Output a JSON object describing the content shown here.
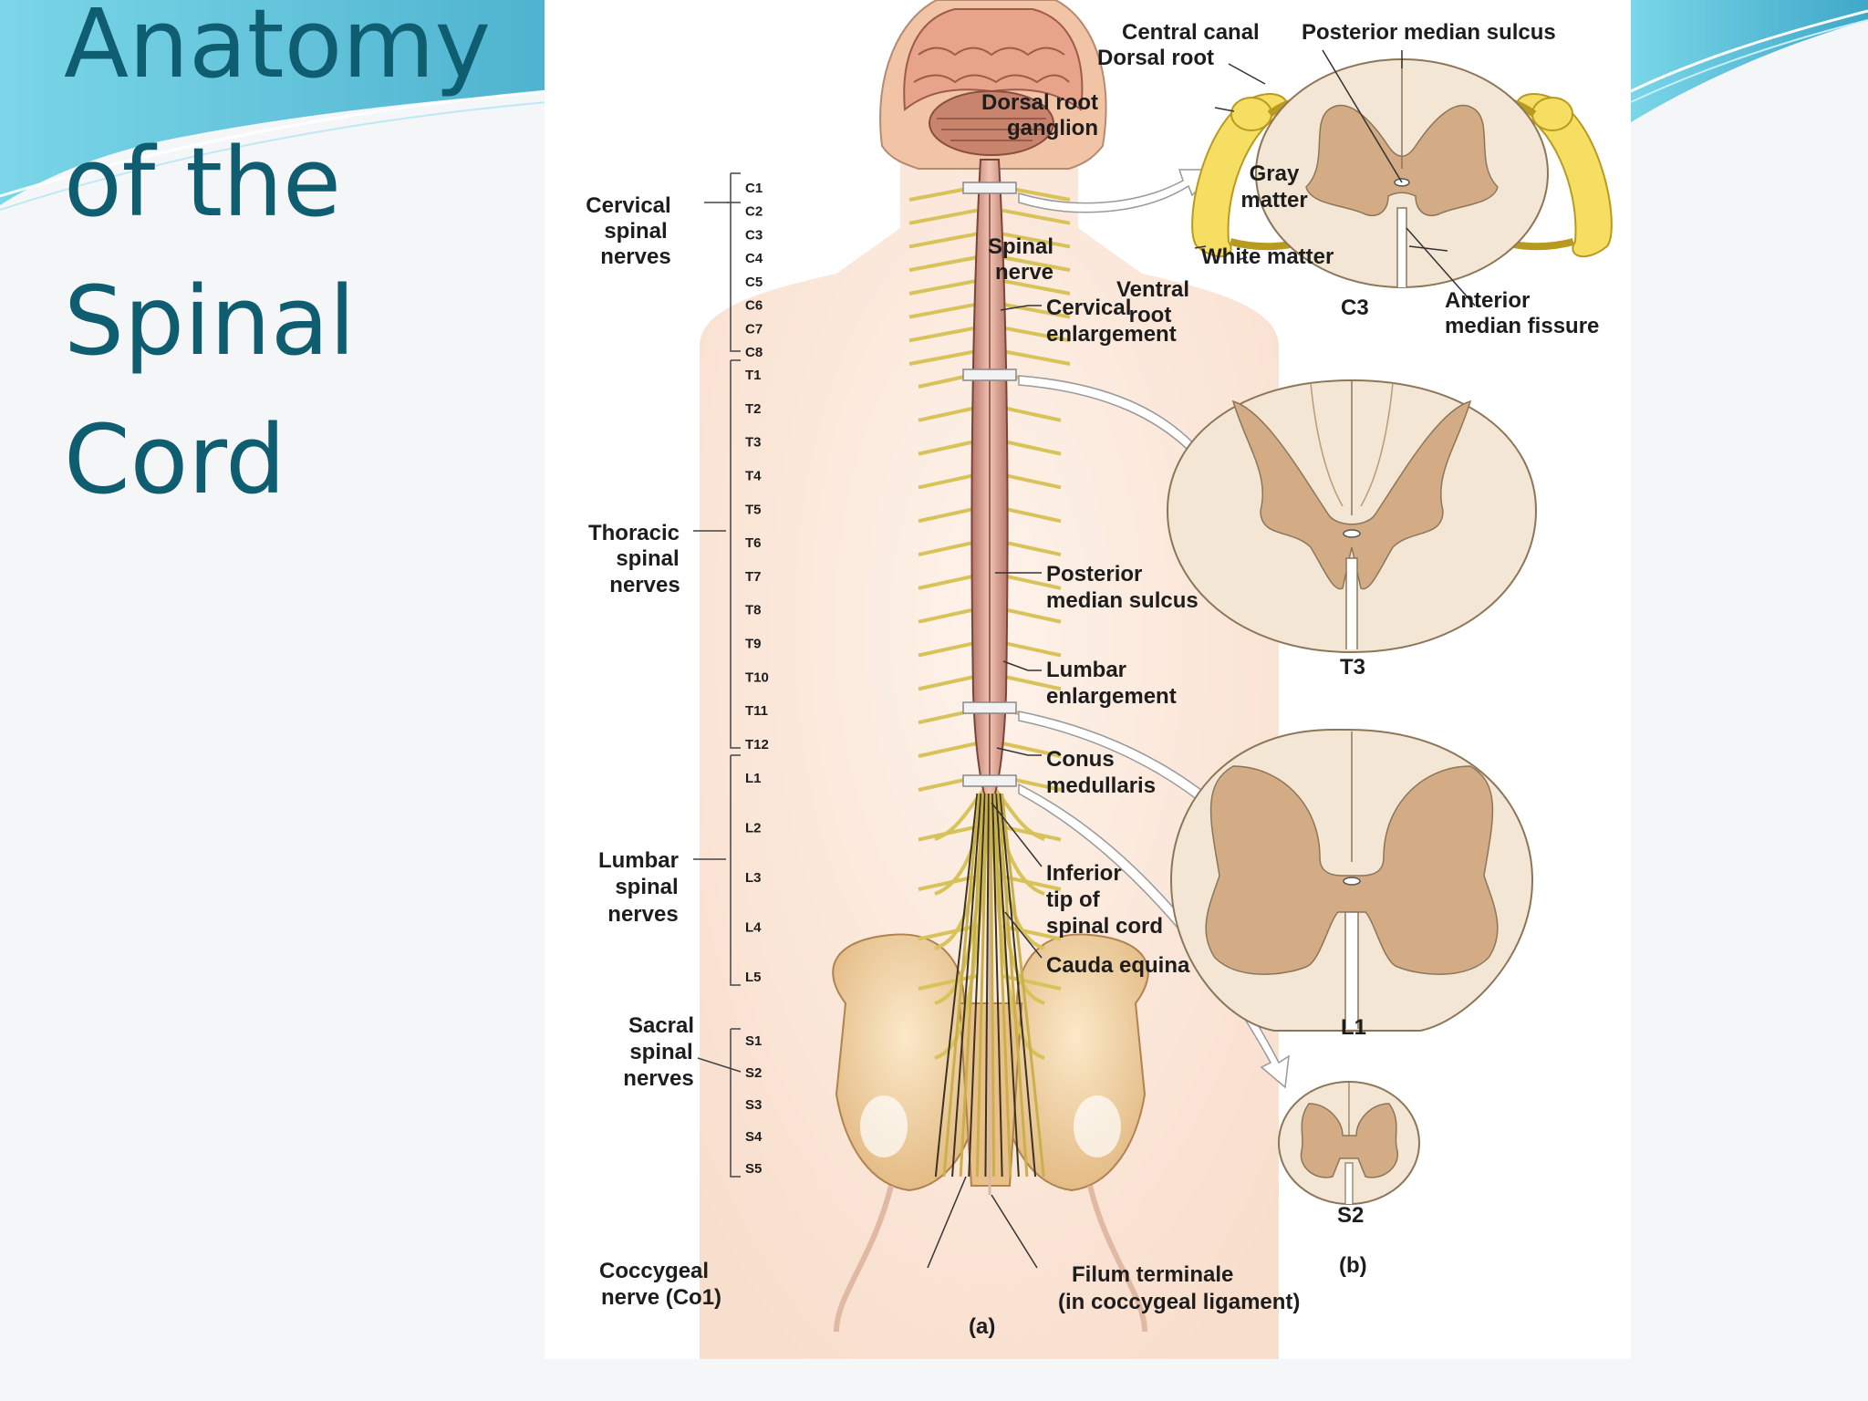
{
  "slide": {
    "title_lines": [
      "Anatomy",
      "of the",
      "Spinal",
      "Cord"
    ],
    "colors": {
      "title": "#0f5d70",
      "swoosh": "#5cc4d9",
      "background": "#f4f6f8"
    }
  },
  "figure": {
    "panel_a_label": "(a)",
    "panel_b_label": "(b)",
    "nerve_groups": {
      "cervical": [
        "Cervical",
        "spinal",
        "nerves"
      ],
      "thoracic": [
        "Thoracic",
        "spinal",
        "nerves"
      ],
      "lumbar": [
        "Lumbar",
        "spinal",
        "nerves"
      ],
      "sacral": [
        "Sacral",
        "spinal",
        "nerves"
      ]
    },
    "segments": {
      "cervical": [
        "C1",
        "C2",
        "C3",
        "C4",
        "C5",
        "C6",
        "C7",
        "C8"
      ],
      "thoracic": [
        "T1",
        "T2",
        "T3",
        "T4",
        "T5",
        "T6",
        "T7",
        "T8",
        "T9",
        "T10",
        "T11",
        "T12"
      ],
      "lumbar": [
        "L1",
        "L2",
        "L3",
        "L4",
        "L5"
      ],
      "sacral": [
        "S1",
        "S2",
        "S3",
        "S4",
        "S5"
      ]
    },
    "callouts": {
      "cervical_enlargement": [
        "Cervical",
        "enlargement"
      ],
      "posterior_median_sulcus": [
        "Posterior",
        "median sulcus"
      ],
      "lumbar_enlargement": [
        "Lumbar",
        "enlargement"
      ],
      "conus_medullaris": [
        "Conus",
        "medullaris"
      ],
      "inferior_tip": [
        "Inferior",
        "tip of",
        "spinal cord"
      ],
      "cauda_equina": "Cauda equina",
      "coccygeal_nerve": [
        "Coccygeal",
        "nerve (Co1)"
      ],
      "filum_terminale": [
        "Filum terminale",
        "(in coccygeal ligament)"
      ]
    },
    "cross_section_labels": {
      "central_canal": "Central canal",
      "dorsal_root": "Dorsal root",
      "posterior_median_sulcus": "Posterior median sulcus",
      "dorsal_root_ganglion": [
        "Dorsal root",
        "ganglion"
      ],
      "gray_matter": [
        "Gray",
        "matter"
      ],
      "spinal_nerve": [
        "Spinal",
        "nerve"
      ],
      "white_matter": "White matter",
      "ventral_root": [
        "Ventral",
        "root"
      ],
      "anterior_median_fissure": [
        "Anterior",
        "median fissure"
      ]
    },
    "sections": [
      "C3",
      "T3",
      "L1",
      "S2"
    ]
  }
}
